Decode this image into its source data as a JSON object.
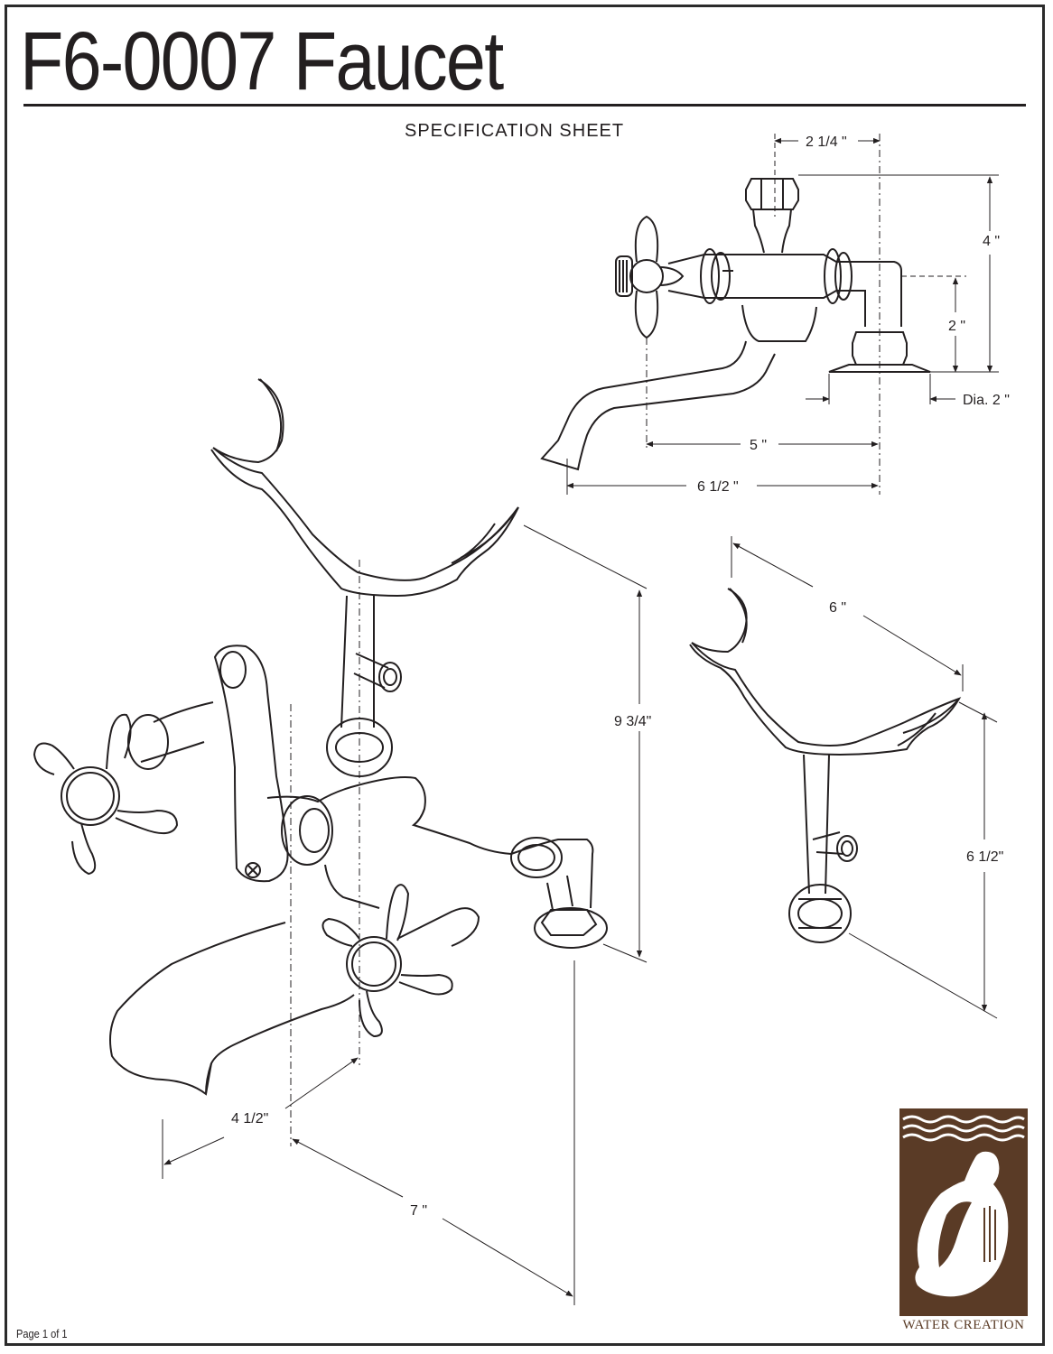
{
  "document": {
    "title": "F6-0007 Faucet",
    "subtitle": "SPECIFICATION SHEET",
    "footer": "Page 1 of 1"
  },
  "dimensions": {
    "top_width": "2 1/4 \"",
    "height_4": "4 \"",
    "height_2": "2 \"",
    "diameter": "Dia. 2 \"",
    "reach_5": "5 \"",
    "reach_6_5": "6 1/2 \"",
    "cradle_width": "6 \"",
    "cradle_height": "6 1/2\"",
    "overall_height": "9 3/4\"",
    "centers": "4 1/2\"",
    "spout_length": "7 \""
  },
  "logo": {
    "caption": "WATER CREATION",
    "color": "#5a3b26"
  },
  "colors": {
    "ink": "#231f20",
    "frame": "#2b2b2b"
  }
}
